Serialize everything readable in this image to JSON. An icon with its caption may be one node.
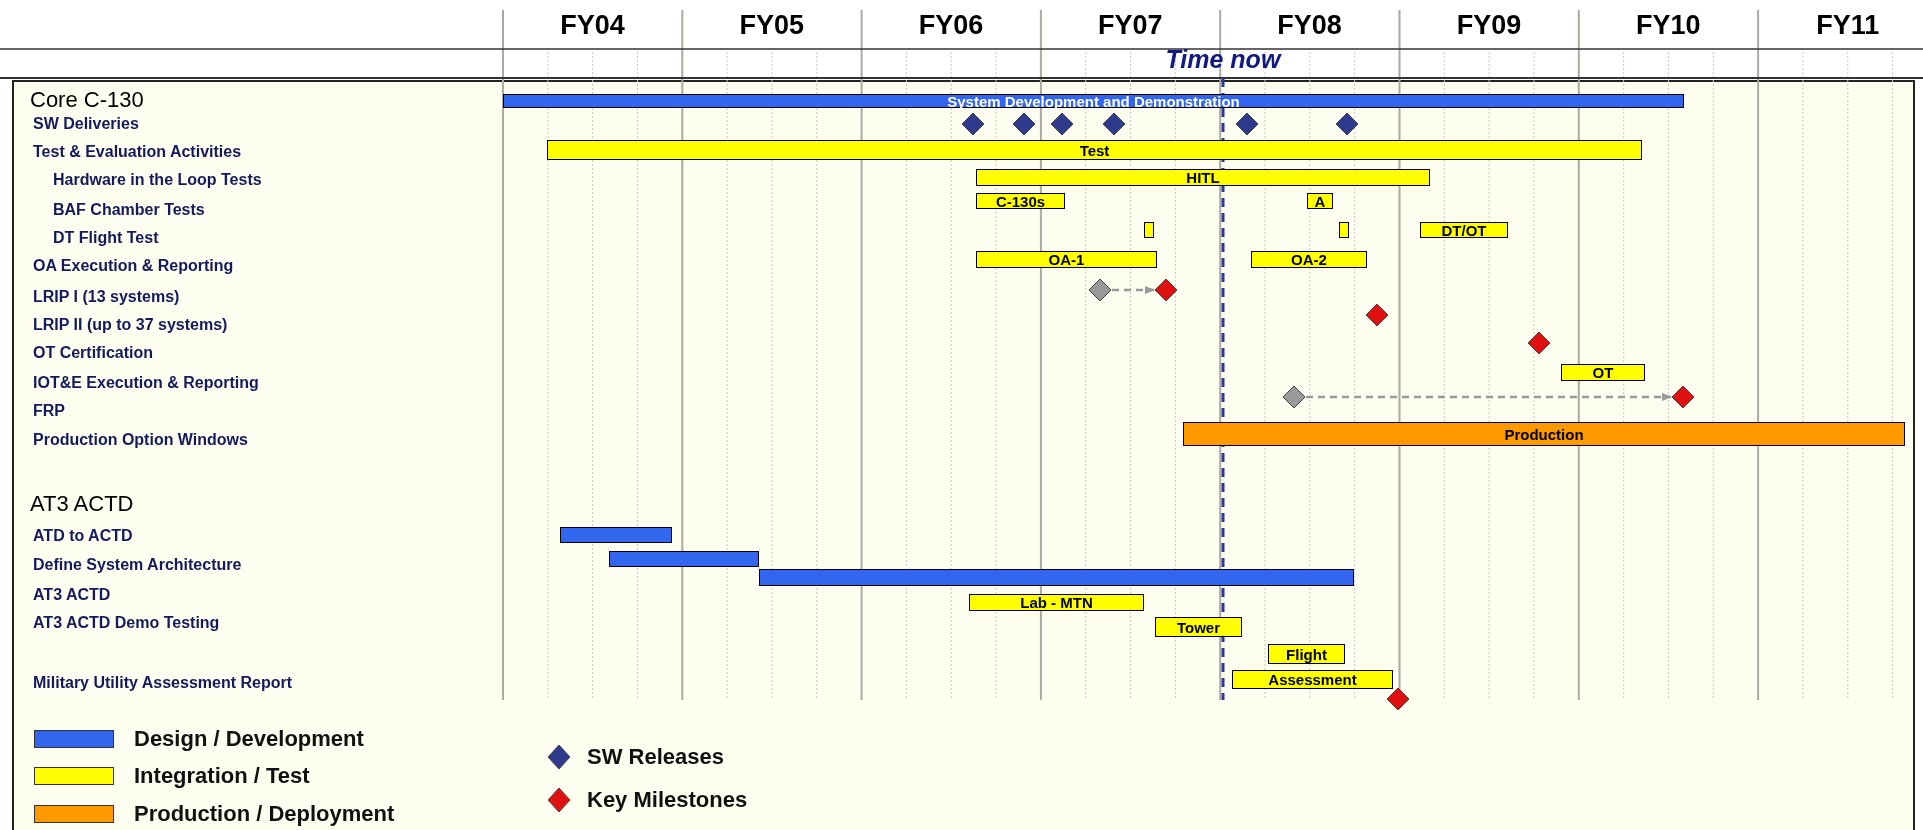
{
  "diagram": {
    "nodes": [
      {
        "text": [
          "System Development and Demonstration"
        ]
      },
      {
        "text": [],
        "shape": "diamond"
      },
      {
        "text": [],
        "shape": "diamond"
      },
      {
        "text": [],
        "shape": "diamond"
      },
      {
        "text": [],
        "shape": "diamond"
      },
      {
        "text": [],
        "shape": "diamond"
      },
      {
        "text": [],
        "shape": "diamond"
      },
      {
        "text": [
          "Test"
        ]
      },
      {
        "text": [
          "HITL"
        ]
      },
      {
        "text": [
          "C-130s"
        ]
      },
      {
        "text": [
          "A"
        ]
      },
      {
        "text": [],
        "shape": "bar"
      },
      {
        "text": [],
        "shape": "bar"
      },
      {
        "text": [
          "DT/OT"
        ]
      },
      {
        "text": [
          "OA-1"
        ]
      },
      {
        "text": [
          "OA-2"
        ]
      },
      {
        "text": [],
        "shape": "diamond"
      },
      {
        "text": [],
        "shape": "diamond"
      },
      {
        "text": [],
        "shape": "diamond"
      },
      {
        "text": [],
        "shape": "diamond"
      },
      {
        "text": [
          "OT"
        ]
      },
      {
        "text": [],
        "shape": "diamond"
      },
      {
        "text": [],
        "shape": "diamond"
      },
      {
        "text": [
          "Production"
        ]
      },
      {
        "text": [],
        "shape": "bar"
      },
      {
        "text": [],
        "shape": "bar"
      },
      {
        "text": [],
        "shape": "bar"
      },
      {
        "text": [
          "Lab - MTN"
        ]
      },
      {
        "text": [
          "Tower"
        ]
      },
      {
        "text": [
          "Flight"
        ]
      },
      {
        "text": [
          "Assessment"
        ]
      },
      {
        "text": [],
        "shape": "diamond"
      }
    ],
    "edges": [
      {
        "from": 16,
        "to": 17,
        "arrow": "to",
        "style": "dashed",
        "color": "#999999"
      },
      {
        "from": 21,
        "to": 22,
        "arrow": "to",
        "style": "dashed",
        "color": "#999999"
      }
    ],
    "labels": [
      "FY04",
      "FY05",
      "FY06",
      "FY07",
      "FY08",
      "FY09",
      "FY10",
      "FY11",
      "Time now",
      "Core C-130",
      "SW Deliveries",
      "Test & Evaluation Activities",
      "Hardware in the Loop Tests",
      "BAF Chamber Tests",
      "DT Flight Test",
      "OA Execution & Reporting",
      "LRIP I (13 systems)",
      "LRIP II (up to 37 systems)",
      "OT Certification",
      "IOT&E Execution & Reporting",
      "FRP",
      "Production Option Windows",
      "AT3 ACTD",
      "ATD to ACTD",
      "Define System Architecture",
      "AT3 ACTD",
      "AT3 ACTD Demo Testing",
      "Military Utility Assessment Report"
    ],
    "legend": [
      {
        "text": "Design / Development",
        "color": "#3366ee"
      },
      {
        "text": "Integration / Test",
        "color": "#ffff00"
      },
      {
        "text": "Production / Deployment",
        "color": "#ff9900"
      },
      {
        "text": "SW Releases"
      },
      {
        "text": "Key Milestones"
      }
    ]
  }
}
